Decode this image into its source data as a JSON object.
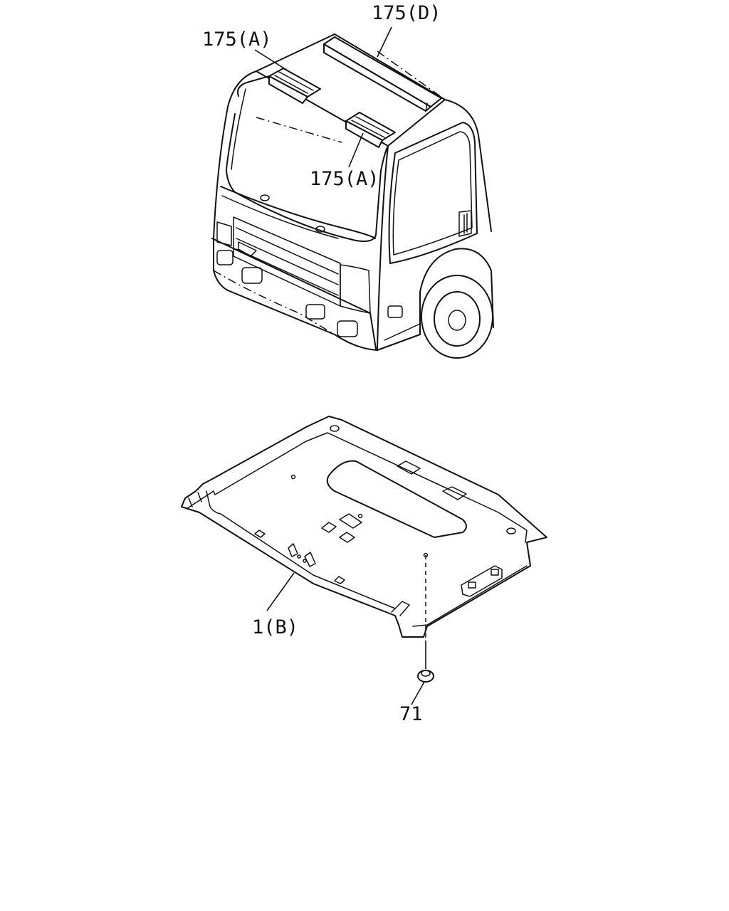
{
  "diagram": {
    "callouts": {
      "roof_strip_d": "175(D)",
      "roof_pad_a_left": "175(A)",
      "roof_pad_a_front": "175(A)",
      "headliner": "1(B)",
      "clip": "71"
    }
  }
}
